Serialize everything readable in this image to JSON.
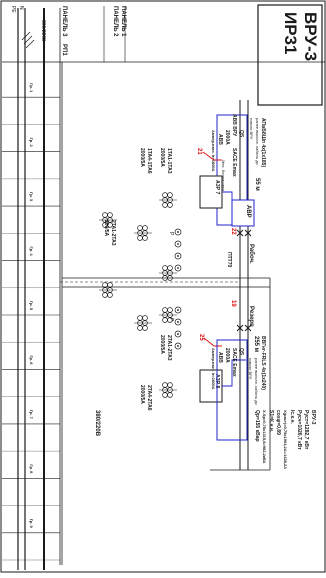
{
  "panel": {
    "title_line1": "ВРУ-3",
    "title_line2": "ИР31"
  },
  "panels_top": [
    {
      "label": "ПАНЕЛЬ 1"
    },
    {
      "label": "ПАНЕЛЬ 2"
    }
  ],
  "panel3": {
    "label": "ПАНЕЛЬ 3",
    "code": "РП1",
    "voltage": "380/220В",
    "pe": "PE",
    "n": "N"
  },
  "busbar": {
    "voltage": "380/220В"
  },
  "left_supply": {
    "cable_line1": "АПвБбШп 4х(1х185)",
    "cable_line2": "ранее выполн. кабель до",
    "cable_line3": "55 м",
    "cable_line4": "нового ВРУ",
    "breaker_line1": "QS",
    "breaker_line2": "ABB ВРУ",
    "breaker_line3": "SACE Emax",
    "breaker_line4": "2000А",
    "breaker_line5": "ABB",
    "breaker_line6": "Ампер.наст. Ir=1600А",
    "tag_upper": "Рабоч.",
    "tag_lower": "Резерв",
    "mech_interlock": "Мех. блокировка"
  },
  "right_supply": {
    "cable_line1": "ВВГнг-FRLS 4х(1х240)",
    "cable_line2": "255 м",
    "cable_line3": "ранее выполн. кабель до",
    "cable_line4": "нового ВРУ",
    "breaker_line1": "QS",
    "breaker_line2": "SACE Emax",
    "breaker_line3": "2000А",
    "breaker_line4": "ABB",
    "breaker_line5": "Ампер.наст. Ir=1600А"
  },
  "avr": {
    "label": "АВР",
    "relay_left": "АЗР 7",
    "relay_right": "АЗР 8",
    "marker_left": "21",
    "marker_right": "22",
    "marker_ptt": "ПТТ70",
    "marker_19": "19",
    "marker_25": "25",
    "sym_2": "2",
    "sym_3": "3"
  },
  "ct_groups": {
    "left_label1": "1ТА1-1ТА3",
    "left_label2": "2000/5А",
    "left_label3": "1ТА4-1ТА6",
    "left_label4": "2000/5А",
    "right_label1": "2ТА1-2ТА3",
    "right_label2": "2000/5А",
    "right_label3": "2ТА4-2ТА6",
    "right_label4": "2000/5А",
    "mid_label1": "2ТА1-2ТА3",
    "mid_label2": "200/5А",
    "symbol_p": "P"
  },
  "load_spec": {
    "line1": "ВРУ-3",
    "line2": "Руст=1282,7 кВт",
    "line3": "Русч=1026,7 кВт",
    "line4": "Ic.к.н.",
    "line5": "Х(раст)=0,75х1904,2А=1428,2А",
    "line6": "cosφ=0,89",
    "line7": "S1=К.н.н.",
    "line8": "Х.Sр=0,75х1315,6=982,2кВА",
    "line9": "Qр=155 кВар"
  },
  "feeders": [
    {
      "label": "Гр. 1"
    },
    {
      "label": "Гр. 2"
    },
    {
      "label": "Гр. 3"
    },
    {
      "label": "Гр. 4"
    },
    {
      "label": "Гр. 5"
    },
    {
      "label": "Гр. 6"
    },
    {
      "label": "Гр. 7"
    },
    {
      "label": "Гр. 8"
    },
    {
      "label": "Гр. 9"
    }
  ],
  "colors": {
    "line": "#1a1a1a",
    "accent_blue": "#2222cc",
    "accent_red": "#dd1111",
    "paper": "#ffffff"
  }
}
